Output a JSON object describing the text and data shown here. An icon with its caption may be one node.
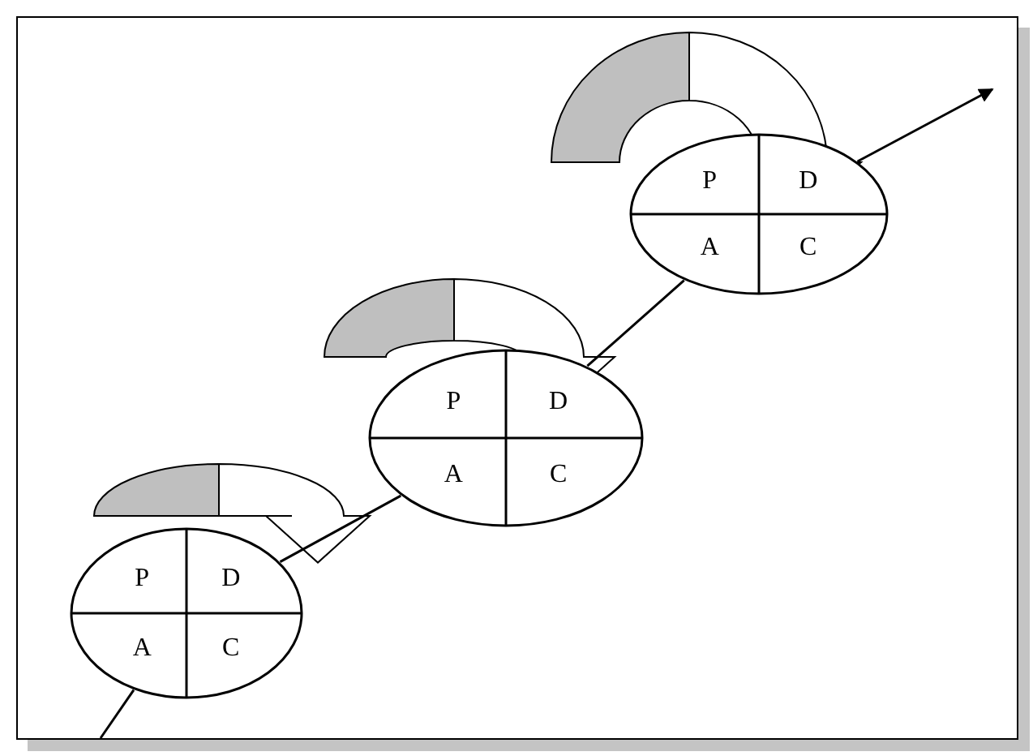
{
  "diagram": {
    "nodes": [
      {
        "text": [
          "P",
          "D",
          "A",
          "C"
        ]
      },
      {
        "text": [
          "P",
          "D",
          "A",
          "C"
        ]
      },
      {
        "text": [
          "P",
          "D",
          "A",
          "C"
        ]
      }
    ],
    "edges": [
      {
        "from": null,
        "to": 0,
        "arrow": "none"
      },
      {
        "from": 0,
        "to": 1,
        "arrow": "none"
      },
      {
        "from": 1,
        "to": 2,
        "arrow": "none"
      },
      {
        "from": 2,
        "to": null,
        "arrow": "to"
      }
    ]
  }
}
